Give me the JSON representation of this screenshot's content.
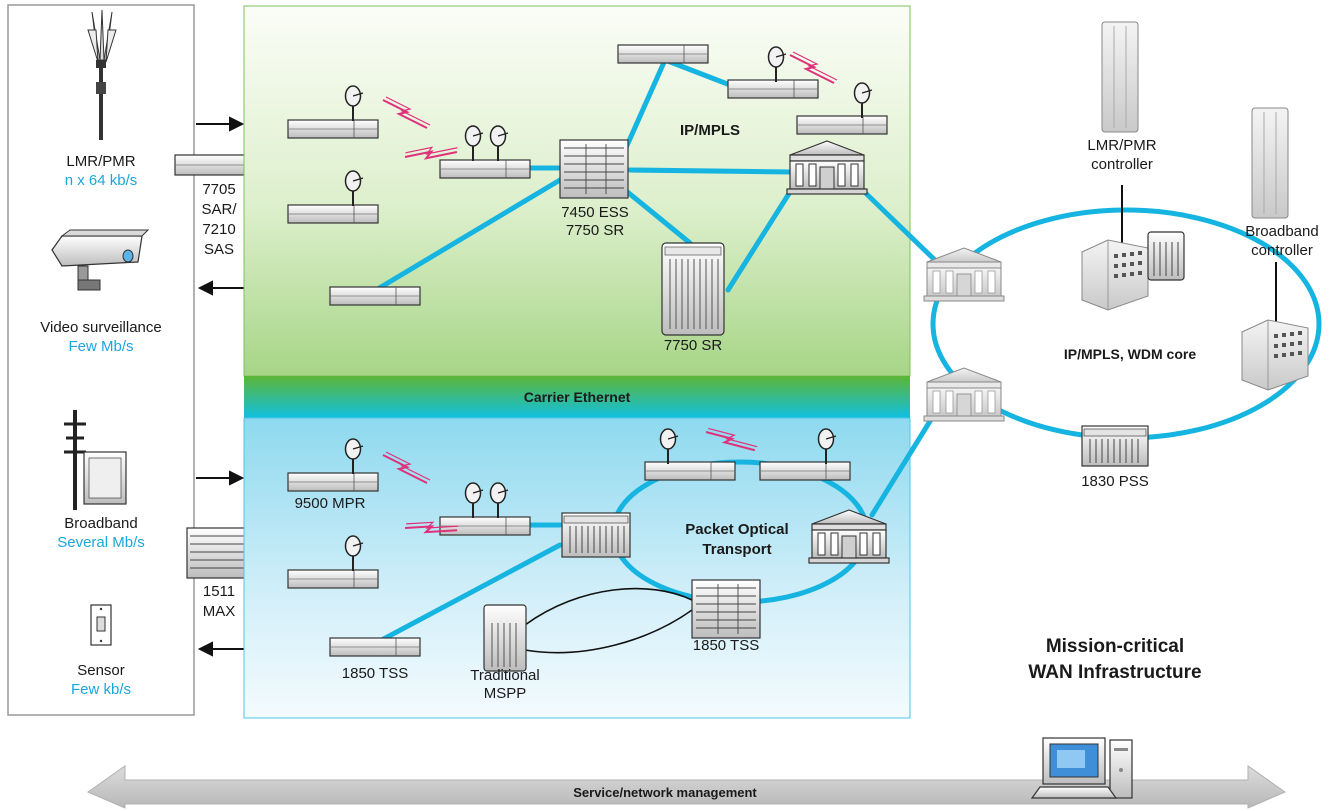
{
  "colors": {
    "link": "#16b4e0",
    "accent_text": "#1aa7dc",
    "radio": "#e0307a",
    "green_band": "#5db536",
    "blue_band": "#10c0e0"
  },
  "endpoints": [
    {
      "name": "LMR/PMR",
      "rate": "n x 64 kb/s",
      "icon": "antenna-icon"
    },
    {
      "name": "Video surveillance",
      "rate": "Few Mb/s",
      "icon": "camera-icon"
    },
    {
      "name": "Broadband",
      "rate": "Several Mb/s",
      "icon": "pole-cabinet-icon"
    },
    {
      "name": "Sensor",
      "rate": "Few kb/s",
      "icon": "sensor-icon"
    }
  ],
  "access_upper": {
    "line1": "7705",
    "line2": "SAR/",
    "line3": "7210",
    "line4": "SAS"
  },
  "access_lower": {
    "line1": "1511",
    "line2": "MAX"
  },
  "upper_zone": {
    "title": "IP/MPLS",
    "router_line1": "7450 ESS",
    "router_line2": "7750 SR",
    "chassis": "7750 SR"
  },
  "band": "Carrier Ethernet",
  "lower_zone": {
    "mpr": "9500 MPR",
    "ring_line1": "Packet Optical",
    "ring_line2": "Transport",
    "tss_ring": "1850 TSS",
    "tss_edge": "1850 TSS",
    "mspp_line1": "Traditional",
    "mspp_line2": "MSPP"
  },
  "core": {
    "label": "IP/MPLS, WDM core",
    "pss": "1830 PSS",
    "lmr_ctrl_line1": "LMR/PMR",
    "lmr_ctrl_line2": "controller",
    "bb_ctrl_line1": "Broadband",
    "bb_ctrl_line2": "controller"
  },
  "wan_title_line1": "Mission-critical",
  "wan_title_line2": "WAN Infrastructure",
  "management": "Service/network management"
}
